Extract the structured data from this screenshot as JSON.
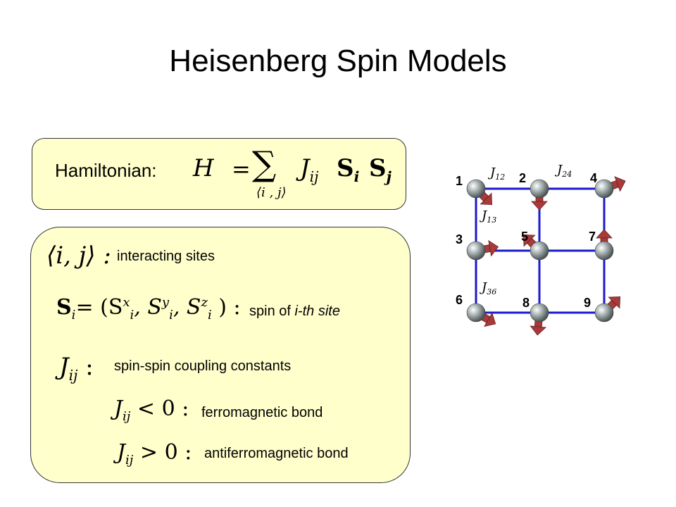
{
  "title": "Heisenberg Spin Models",
  "hamiltonian": {
    "label": "Hamiltonian:",
    "lhs": "H",
    "eq": "=",
    "sum": "∑",
    "sum_index": "⟨i , j⟩",
    "coupling": "J",
    "coupling_sub": "ij",
    "spin1": "S",
    "spin1_sub": "i",
    "spin2": "S",
    "spin2_sub": "j"
  },
  "definitions": {
    "pair_symbol": "⟨i, j⟩ :",
    "pair_text": "interacting sites",
    "spin_symbol_lhs": "S",
    "spin_symbol_sub": "i",
    "spin_symbol_rhs": "= (S",
    "spin_text_prefix": "spin of ",
    "spin_text_italic": "i-th site",
    "coupling_symbol": "J",
    "coupling_sub": "ij",
    "coupling_colon": ":",
    "coupling_text": "spin-spin coupling constants",
    "ferro_symbol": "< 0 :",
    "ferro_text": "ferromagnetic bond",
    "antiferro_symbol": "> 0 :",
    "antiferro_text": "antiferromagnetic bond"
  },
  "lattice": {
    "site_labels": [
      "1",
      "2",
      "4",
      "3",
      "5",
      "7",
      "6",
      "8",
      "9"
    ],
    "bond_labels": [
      {
        "sym": "J",
        "sub": "12"
      },
      {
        "sym": "J",
        "sub": "24"
      },
      {
        "sym": "J",
        "sub": "13"
      },
      {
        "sym": "J",
        "sub": "36"
      }
    ],
    "colors": {
      "bond": "#1a1acc",
      "arrow": "#a83a3a",
      "site": "#8c9696"
    }
  }
}
